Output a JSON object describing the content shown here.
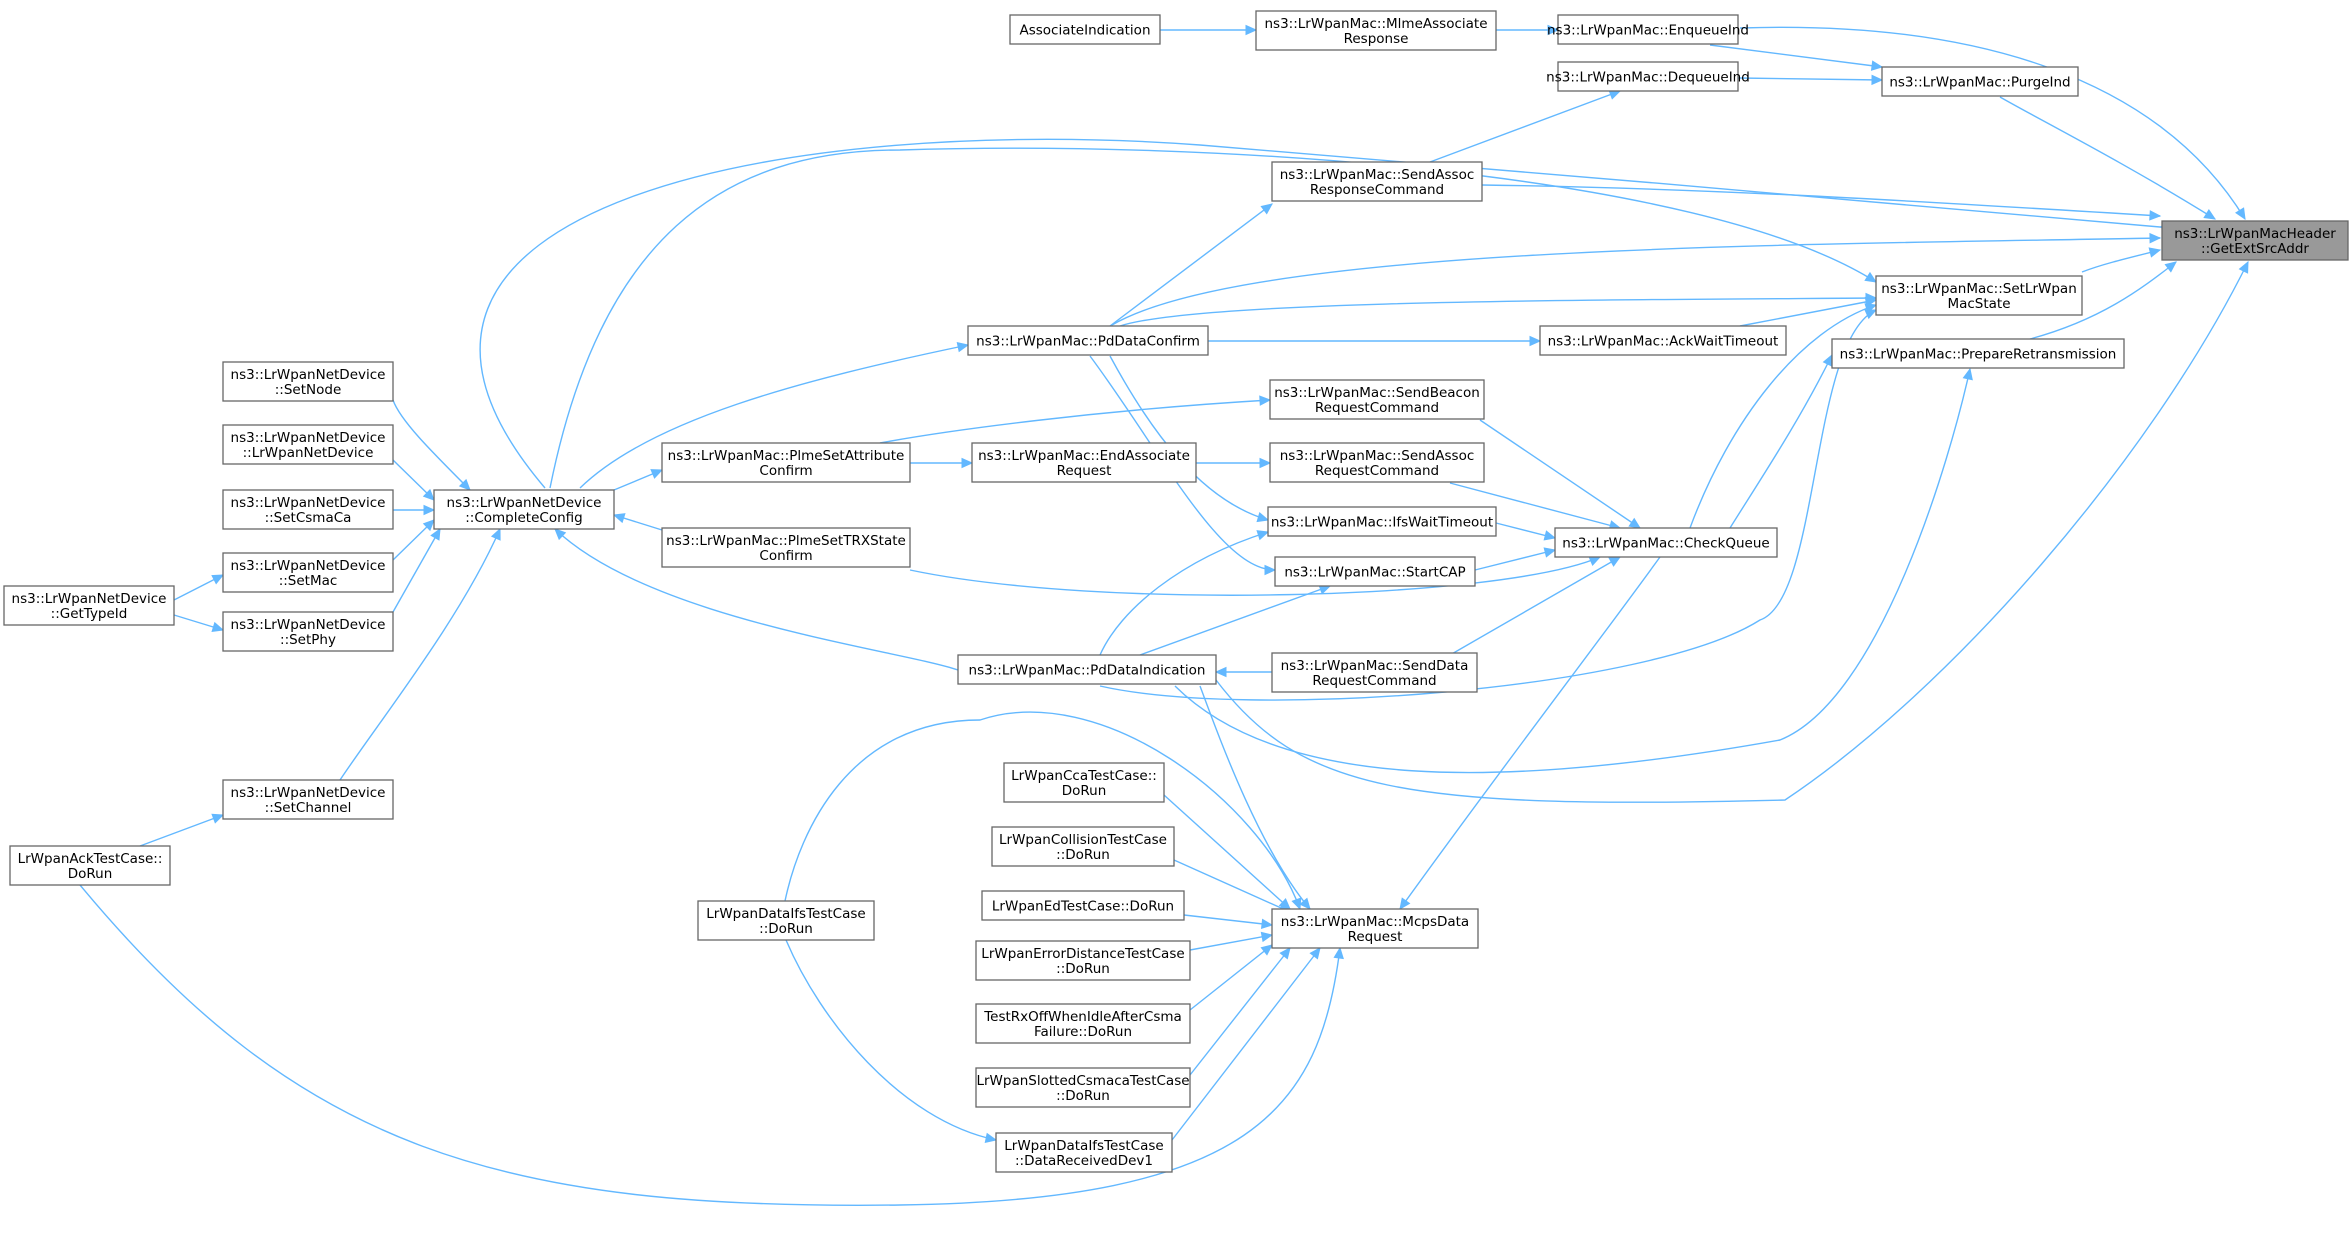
{
  "root_id": "root",
  "nodes": [
    {
      "id": "root",
      "lines": [
        "ns3::LrWpanMacHeader",
        "::GetExtSrcAddr"
      ]
    },
    {
      "id": "assocInd",
      "lines": [
        "AssociateIndication"
      ]
    },
    {
      "id": "mlmeAssocResp",
      "lines": [
        "ns3::LrWpanMac::MlmeAssociate",
        "Response"
      ]
    },
    {
      "id": "enqueueInd",
      "lines": [
        "ns3::LrWpanMac::EnqueueInd"
      ]
    },
    {
      "id": "dequeueInd",
      "lines": [
        "ns3::LrWpanMac::DequeueInd"
      ]
    },
    {
      "id": "purgeInd",
      "lines": [
        "ns3::LrWpanMac::PurgeInd"
      ]
    },
    {
      "id": "sendAssocResp",
      "lines": [
        "ns3::LrWpanMac::SendAssoc",
        "ResponseCommand"
      ]
    },
    {
      "id": "setState",
      "lines": [
        "ns3::LrWpanMac::SetLrWpan",
        "MacState"
      ]
    },
    {
      "id": "pdDataConfirm",
      "lines": [
        "ns3::LrWpanMac::PdDataConfirm"
      ]
    },
    {
      "id": "ackWaitTimeout",
      "lines": [
        "ns3::LrWpanMac::AckWaitTimeout"
      ]
    },
    {
      "id": "prepareRetx",
      "lines": [
        "ns3::LrWpanMac::PrepareRetransmission"
      ]
    },
    {
      "id": "sendBeaconReq",
      "lines": [
        "ns3::LrWpanMac::SendBeacon",
        "RequestCommand"
      ]
    },
    {
      "id": "plmeSetAttr",
      "lines": [
        "ns3::LrWpanMac::PlmeSetAttribute",
        "Confirm"
      ]
    },
    {
      "id": "endAssocReq",
      "lines": [
        "ns3::LrWpanMac::EndAssociate",
        "Request"
      ]
    },
    {
      "id": "sendAssocReq",
      "lines": [
        "ns3::LrWpanMac::SendAssoc",
        "RequestCommand"
      ]
    },
    {
      "id": "ifsWaitTimeout",
      "lines": [
        "ns3::LrWpanMac::IfsWaitTimeout"
      ]
    },
    {
      "id": "checkQueue",
      "lines": [
        "ns3::LrWpanMac::CheckQueue"
      ]
    },
    {
      "id": "plmeSetTrx",
      "lines": [
        "ns3::LrWpanMac::PlmeSetTRXState",
        "Confirm"
      ]
    },
    {
      "id": "startCap",
      "lines": [
        "ns3::LrWpanMac::StartCAP"
      ]
    },
    {
      "id": "pdDataInd",
      "lines": [
        "ns3::LrWpanMac::PdDataIndication"
      ]
    },
    {
      "id": "sendDataReq",
      "lines": [
        "ns3::LrWpanMac::SendData",
        "RequestCommand"
      ]
    },
    {
      "id": "completeConfig",
      "lines": [
        "ns3::LrWpanNetDevice",
        "::CompleteConfig"
      ]
    },
    {
      "id": "setNode",
      "lines": [
        "ns3::LrWpanNetDevice",
        "::SetNode"
      ]
    },
    {
      "id": "ctor",
      "lines": [
        "ns3::LrWpanNetDevice",
        "::LrWpanNetDevice"
      ]
    },
    {
      "id": "setCsmaCa",
      "lines": [
        "ns3::LrWpanNetDevice",
        "::SetCsmaCa"
      ]
    },
    {
      "id": "setMac",
      "lines": [
        "ns3::LrWpanNetDevice",
        "::SetMac"
      ]
    },
    {
      "id": "setPhy",
      "lines": [
        "ns3::LrWpanNetDevice",
        "::SetPhy"
      ]
    },
    {
      "id": "getTypeId",
      "lines": [
        "ns3::LrWpanNetDevice",
        "::GetTypeId"
      ]
    },
    {
      "id": "setChannel",
      "lines": [
        "ns3::LrWpanNetDevice",
        "::SetChannel"
      ]
    },
    {
      "id": "ackTest",
      "lines": [
        "LrWpanAckTestCase::",
        "DoRun"
      ]
    },
    {
      "id": "mcpsDataReq",
      "lines": [
        "ns3::LrWpanMac::McpsData",
        "Request"
      ]
    },
    {
      "id": "ccaTest",
      "lines": [
        "LrWpanCcaTestCase::",
        "DoRun"
      ]
    },
    {
      "id": "collisionTest",
      "lines": [
        "LrWpanCollisionTestCase",
        "::DoRun"
      ]
    },
    {
      "id": "edTest",
      "lines": [
        "LrWpanEdTestCase::DoRun"
      ]
    },
    {
      "id": "errDistTest",
      "lines": [
        "LrWpanErrorDistanceTestCase",
        "::DoRun"
      ]
    },
    {
      "id": "rxOffTest",
      "lines": [
        "TestRxOffWhenIdleAfterCsma",
        "Failure::DoRun"
      ]
    },
    {
      "id": "slottedTest",
      "lines": [
        "LrWpanSlottedCsmacaTestCase",
        "::DoRun"
      ]
    },
    {
      "id": "dataIfsRecv",
      "lines": [
        "LrWpanDataIfsTestCase",
        "::DataReceivedDev1"
      ]
    },
    {
      "id": "dataIfsRun",
      "lines": [
        "LrWpanDataIfsTestCase",
        "::DoRun"
      ]
    }
  ]
}
